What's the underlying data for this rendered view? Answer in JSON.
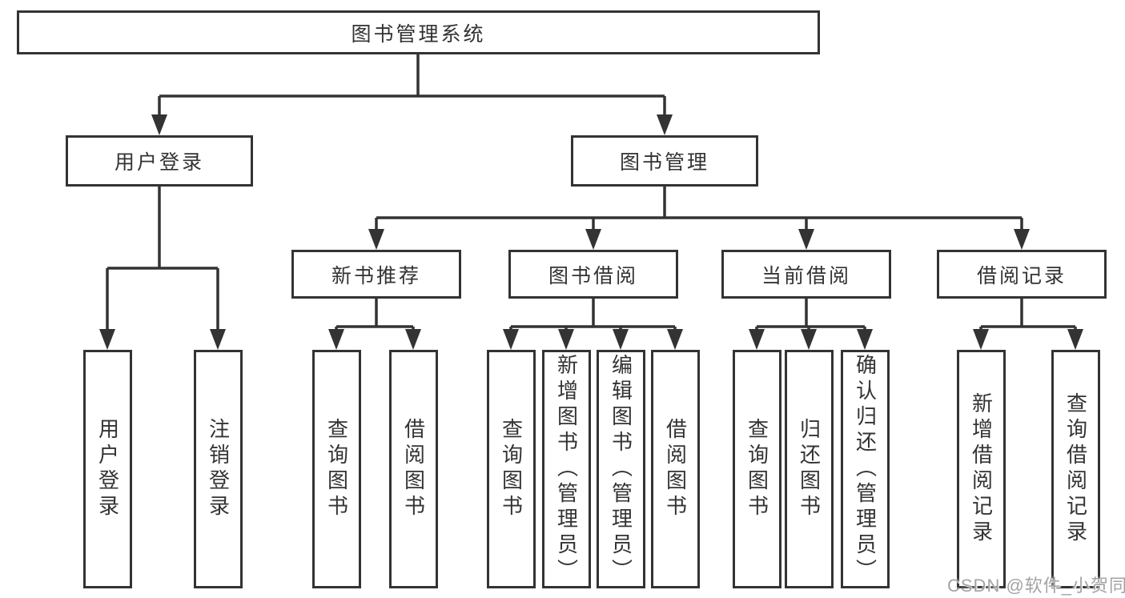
{
  "diagram": {
    "root": {
      "label": "图书管理系统"
    },
    "level2": [
      {
        "label": "用户登录"
      },
      {
        "label": "图书管理"
      }
    ],
    "level3": [
      {
        "label": "新书推荐",
        "parent": "图书管理"
      },
      {
        "label": "图书借阅",
        "parent": "图书管理"
      },
      {
        "label": "当前借阅",
        "parent": "图书管理"
      },
      {
        "label": "借阅记录",
        "parent": "图书管理"
      }
    ],
    "leaves": [
      {
        "label": "用户登录",
        "parent": "用户登录"
      },
      {
        "label": "注销登录",
        "parent": "用户登录"
      },
      {
        "label": "查询图书",
        "parent": "新书推荐"
      },
      {
        "label": "借阅图书",
        "parent": "新书推荐"
      },
      {
        "label": "查询图书",
        "parent": "图书借阅"
      },
      {
        "label": "新增图书（管理员）",
        "parent": "图书借阅"
      },
      {
        "label": "编辑图书（管理员）",
        "parent": "图书借阅"
      },
      {
        "label": "借阅图书",
        "parent": "图书借阅"
      },
      {
        "label": "查询图书",
        "parent": "当前借阅"
      },
      {
        "label": "归还图书",
        "parent": "当前借阅"
      },
      {
        "label": "确认归还（管理员）",
        "parent": "当前借阅"
      },
      {
        "label": "新增借阅记录",
        "parent": "借阅记录"
      },
      {
        "label": "查询借阅记录",
        "parent": "借阅记录"
      }
    ],
    "watermark": "CSDN @软件_小贺同学",
    "colors": {
      "line": "#333333",
      "box_border": "#333333",
      "box_fill": "#ffffff",
      "text": "#333333",
      "watermark": "#a3a3a3"
    }
  }
}
